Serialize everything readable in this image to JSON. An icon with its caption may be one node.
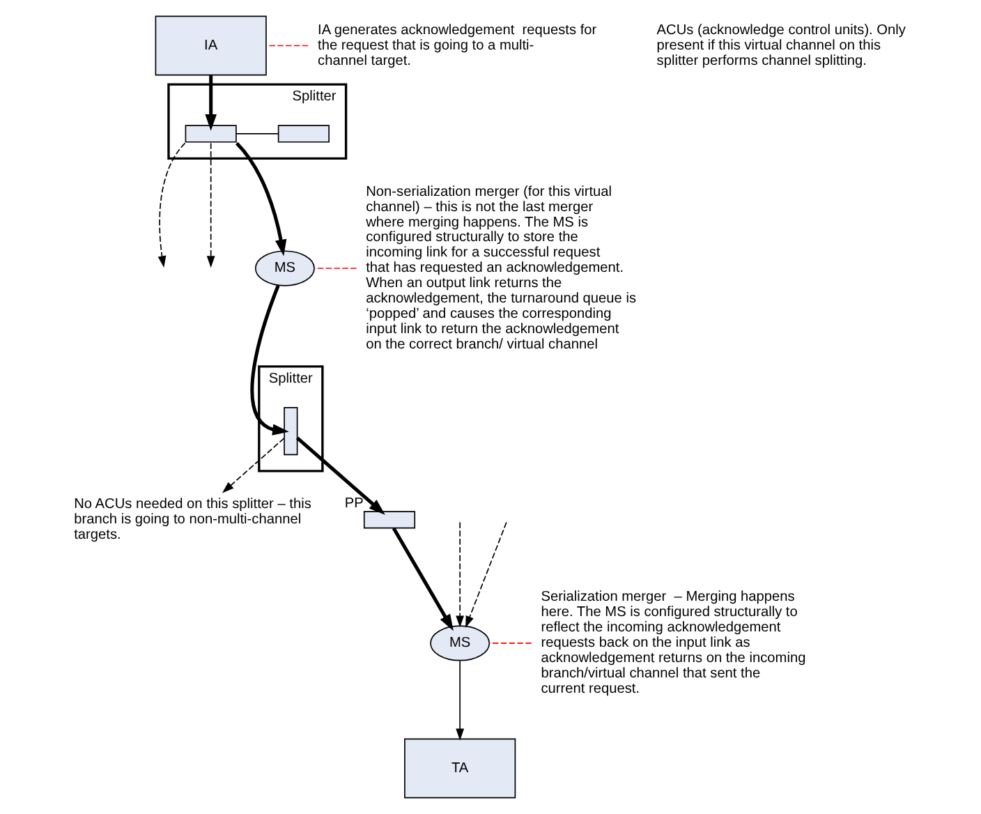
{
  "diagram": {
    "nodes": [
      {
        "text": [
          "IA"
        ]
      },
      {
        "text": [
          "IA generates acknowledgement  requests for the request that is going to a multi-channel target."
        ]
      },
      {
        "text": [
          "Splitter"
        ]
      },
      {
        "text": [],
        "shape": "box",
        "in": 2
      },
      {
        "text": [],
        "shape": "box",
        "in": 2
      },
      {
        "text": [
          "MS"
        ]
      },
      {
        "text": [
          "Non-serialization merger (for this virtual channel) – this is not the last merger where merging happens. The MS is configured structurally to store the incoming link for a successful request that has requested an acknowledgement. When an output link returns the acknowledgement, the turnaround queue is ‘popped’ and causes the corresponding input link to return the acknowledgement on the correct branch/ virtual channel"
        ]
      },
      {
        "text": [
          "Splitter"
        ]
      },
      {
        "text": [],
        "shape": "bar",
        "in": 7
      },
      {
        "text": [
          "No ACUs needed on this splitter – this branch is going to non-multi-channel targets."
        ]
      },
      {
        "text": [],
        "shape": "box",
        "beside": [
          "PP"
        ]
      },
      {
        "text": [
          "MS"
        ]
      },
      {
        "text": [
          "Serialization merger  – Merging happens here. The MS is configured structurally to reflect the incoming acknowledgement requests back on the input link as acknowledgement returns on the incoming branch/virtual channel that sent the current request."
        ]
      },
      {
        "text": [
          "TA"
        ]
      }
    ],
    "edges": [
      {
        "from": 0,
        "to": 3,
        "arrow": "to",
        "style": "thick"
      },
      {
        "from": 1,
        "to": 0,
        "arrow": "none",
        "style": "dashed",
        "color": "#ff0000"
      },
      {
        "from": 3,
        "to": 4,
        "arrow": "none"
      },
      {
        "from": 3,
        "to": null,
        "arrow": "to",
        "style": "dashed"
      },
      {
        "from": 3,
        "to": null,
        "arrow": "to",
        "style": "dashed"
      },
      {
        "from": 3,
        "to": 5,
        "arrow": "to",
        "style": "thick"
      },
      {
        "from": 6,
        "to": 5,
        "arrow": "none",
        "style": "dashed",
        "color": "#ff0000"
      },
      {
        "from": 5,
        "to": 8,
        "arrow": "to",
        "style": "thick"
      },
      {
        "from": 8,
        "to": 9,
        "arrow": "to",
        "style": "dashed"
      },
      {
        "from": 8,
        "to": 10,
        "arrow": "to",
        "style": "thick"
      },
      {
        "from": 10,
        "to": 11,
        "arrow": "to",
        "style": "thick"
      },
      {
        "from": null,
        "to": 11,
        "arrow": "to",
        "style": "dashed"
      },
      {
        "from": null,
        "to": 11,
        "arrow": "to",
        "style": "dashed"
      },
      {
        "from": 12,
        "to": 11,
        "arrow": "none",
        "style": "dashed",
        "color": "#ff0000"
      },
      {
        "from": 11,
        "to": 13,
        "arrow": "to"
      }
    ],
    "labels": [
      "ACUs (acknowledge control units). Only present if this virtual channel on this  splitter performs channel splitting."
    ]
  }
}
